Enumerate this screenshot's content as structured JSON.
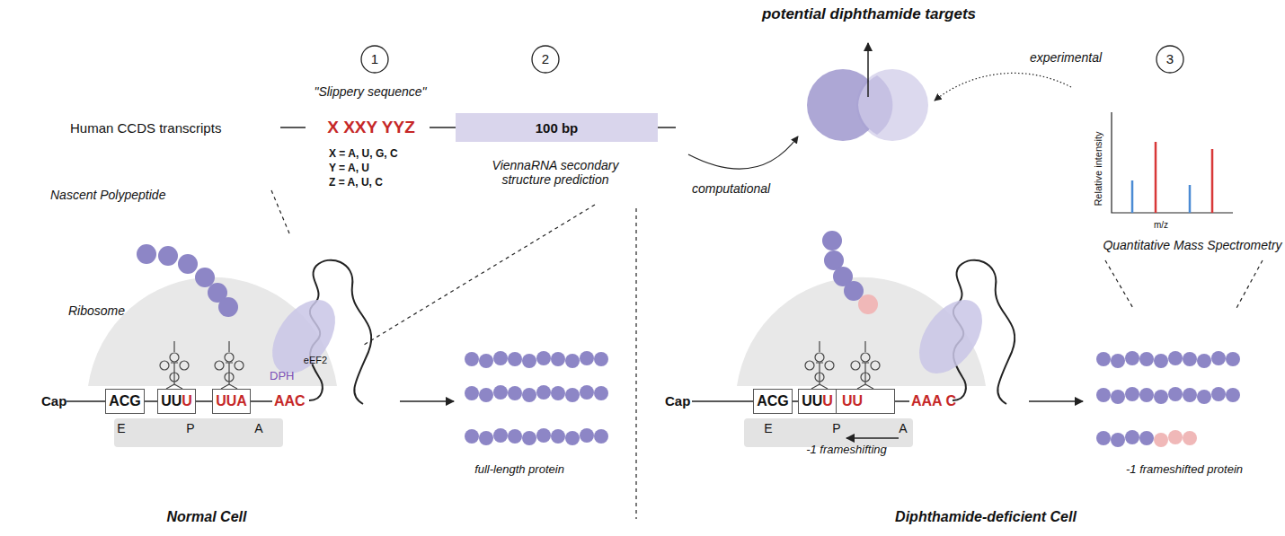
{
  "diagram": {
    "title": "potential diphthamide targets",
    "nodes": [
      {
        "text": [
          "100 bp"
        ]
      },
      {
        "text": [
          "ACG"
        ]
      },
      {
        "text": [
          "UU",
          "U"
        ]
      },
      {
        "text": [
          "UUA"
        ]
      },
      {
        "text": [
          "ACG"
        ]
      },
      {
        "text": [
          "UU",
          "U"
        ]
      },
      {
        "text": [
          "UU"
        ]
      }
    ],
    "labels": [
      "1",
      "2",
      "experimental",
      "3",
      "\"Slippery sequence\"",
      "Human CCDS transcripts",
      "X XXY YYZ",
      "X = A, U, G, C",
      "Y = A, U",
      "Z = A, U, C",
      "ViennaRNA secondary structure prediction",
      "computational",
      "Relative intensity",
      "m/z",
      "Quantitative Mass Spectrometry",
      "Nascent Polypeptide",
      "Ribosome",
      "eEF2",
      "DPH",
      "Cap",
      "AAC",
      "E",
      "P",
      "A",
      "full-length protein",
      "Normal Cell",
      "Cap",
      "AAA C",
      "E",
      "P",
      "A",
      "-1 frameshifting",
      "-1 frameshifted protein",
      "Diphthamide-deficient Cell"
    ]
  }
}
